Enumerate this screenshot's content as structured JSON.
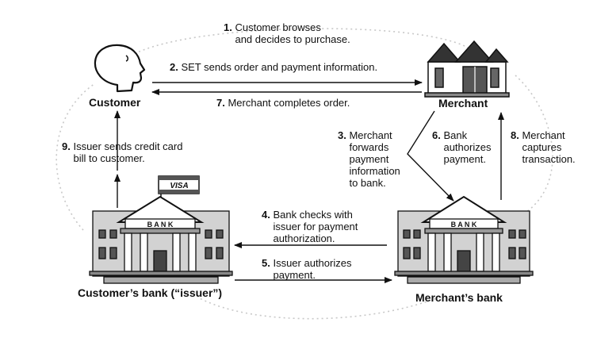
{
  "nodes": {
    "customer": "Customer",
    "merchant": "Merchant",
    "customers_bank": "Customer’s bank (“issuer”)",
    "merchants_bank": "Merchant’s bank"
  },
  "bank_sign": "B A N K",
  "card_label": "VISA",
  "steps": [
    {
      "num": "1.",
      "text": "Customer browses\nand decides to purchase."
    },
    {
      "num": "2.",
      "text": "SET sends order and payment information."
    },
    {
      "num": "7.",
      "text": "Merchant completes order."
    },
    {
      "num": "9.",
      "text": "Issuer sends credit card\nbill to customer."
    },
    {
      "num": "3.",
      "text": "Merchant\nforwards\npayment\ninformation\nto bank."
    },
    {
      "num": "6.",
      "text": "Bank\nauthorizes\npayment."
    },
    {
      "num": "8.",
      "text": "Merchant\ncaptures\ntransaction."
    },
    {
      "num": "4.",
      "text": "Bank checks with\nissuer for payment\nauthorization."
    },
    {
      "num": "5.",
      "text": "Issuer authorizes\npayment."
    }
  ]
}
